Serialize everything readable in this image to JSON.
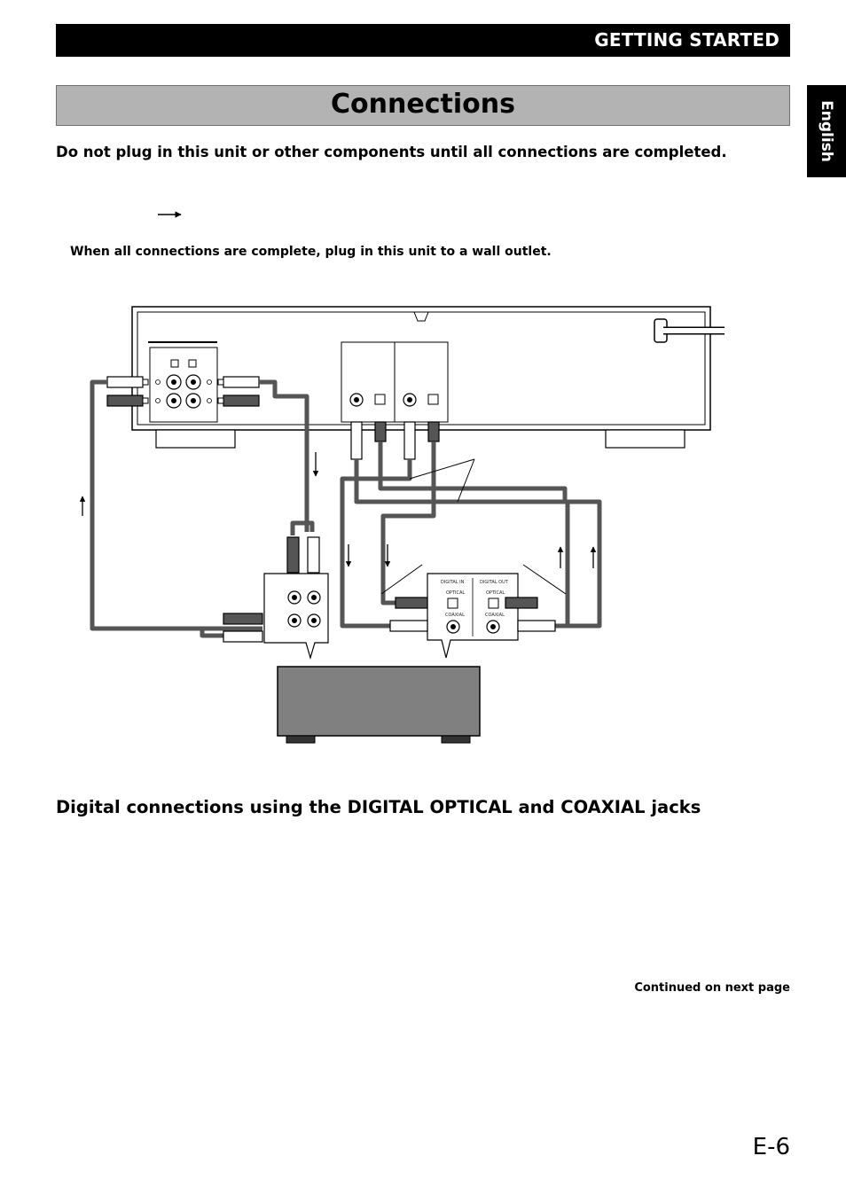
{
  "header": {
    "section": "GETTING STARTED",
    "title": "Connections"
  },
  "language_tab": "English",
  "warning": "Do not plug in this unit or other components until all connections are completed.",
  "wall_outlet_note": "When all connections are complete, plug in this unit to a wall outlet.",
  "diagram": {
    "jack_labels": {
      "digital_in": "DIGITAL IN",
      "digital_out": "DIGITAL OUT",
      "optical_in": "OPTICAL",
      "optical_out": "OPTICAL",
      "coaxial_in": "COAXIAL",
      "coaxial_out": "COAXIAL"
    }
  },
  "subheading": "Digital connections using the DIGITAL OPTICAL and COAXIAL jacks",
  "continued": "Continued on next page",
  "page_number": "E-6"
}
